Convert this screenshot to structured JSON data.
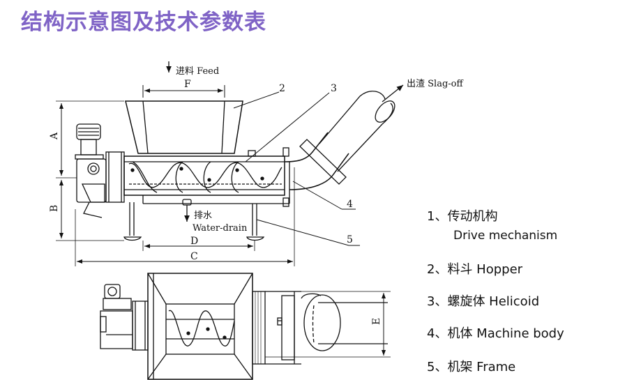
{
  "title": "结构示意图及技术参数表",
  "labels": {
    "feed": "进料 Feed",
    "slag": "出渣 Slag-off",
    "drain_cn": "排水",
    "drain_en": "Water-drain"
  },
  "dims": {
    "A": "A",
    "B": "B",
    "C": "C",
    "D": "D",
    "E": "E",
    "F": "F"
  },
  "callouts": [
    "2",
    "3",
    "4",
    "5"
  ],
  "legend": [
    {
      "line": "1、传动机构",
      "sub": "Drive mechanism"
    },
    {
      "line": "2、料斗 Hopper"
    },
    {
      "line": "3、螺旋体 Helicoid"
    },
    {
      "line": "4、机体 Machine body"
    },
    {
      "line": "5、机架 Frame"
    }
  ]
}
